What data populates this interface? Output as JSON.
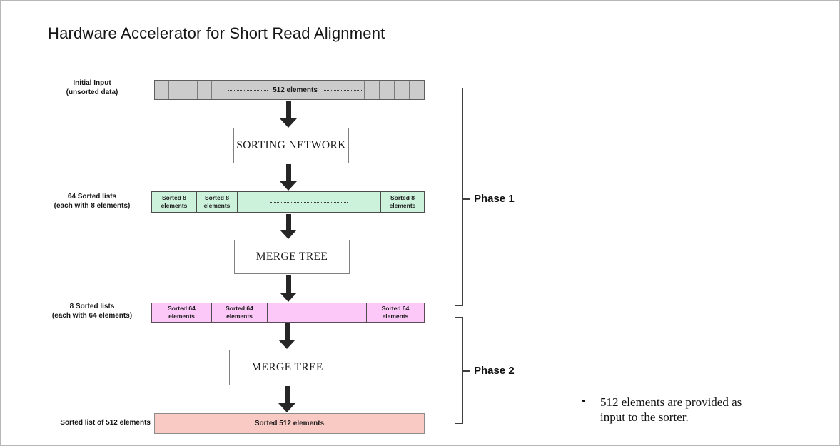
{
  "title": "Hardware Accelerator for Short Read Alignment",
  "diagram": {
    "initial": {
      "label_line1": "Initial Input",
      "label_line2": "(unsorted data)",
      "bar_text": "512 elements",
      "bar_color": "#cccccc"
    },
    "sorting_network": {
      "label": "SORTING NETWORK"
    },
    "sorted8": {
      "label_line1": "64 Sorted lists",
      "label_line2": "(each with 8 elements)",
      "cells": {
        "line1": "Sorted 8",
        "line2": "elements"
      },
      "bar_color": "#cdf2dc"
    },
    "merge_tree_1": {
      "label": "MERGE TREE"
    },
    "sorted64": {
      "label_line1": "8 Sorted lists",
      "label_line2": "(each with 64 elements)",
      "cells": {
        "line1": "Sorted 64",
        "line2": "elements"
      },
      "bar_color": "#fbc8f7"
    },
    "merge_tree_2": {
      "label": "MERGE TREE"
    },
    "final": {
      "label": "Sorted list of 512 elements",
      "bar_text": "Sorted 512 elements",
      "bar_color": "#f9c9c4"
    },
    "phase1_label": "Phase 1",
    "phase2_label": "Phase 2"
  },
  "notes": {
    "bullet_text": "512 elements are provided as input to the sorter."
  }
}
